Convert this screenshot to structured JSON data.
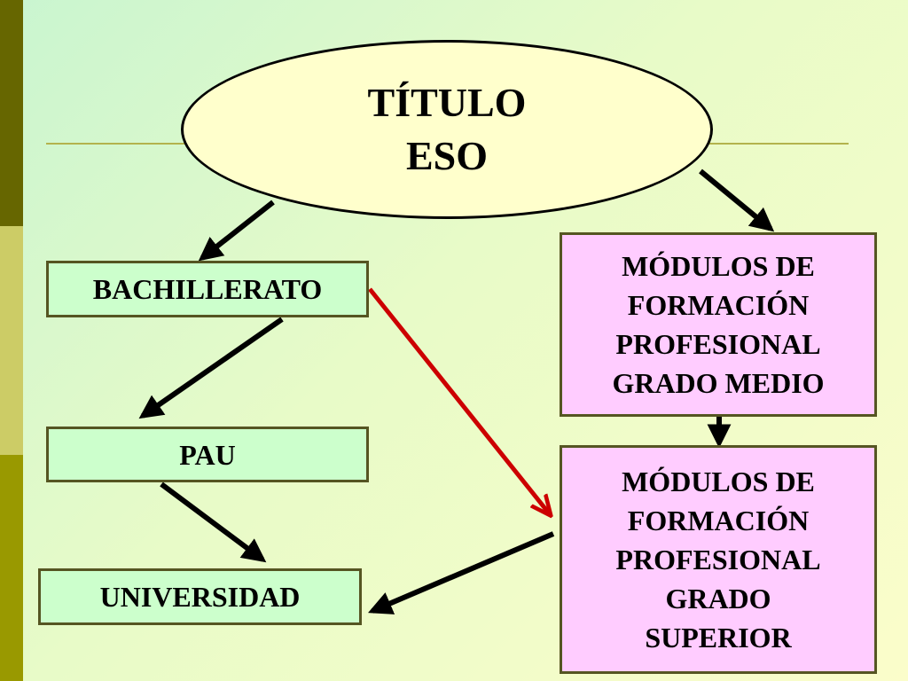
{
  "title_node": {
    "line1": "TÍTULO",
    "line2": "ESO"
  },
  "bachillerato": "BACHILLERATO",
  "pau": "PAU",
  "universidad": "UNIVERSIDAD",
  "fp_medio": {
    "line1": "MÓDULOS DE",
    "line2": "FORMACIÓN",
    "line3": "PROFESIONAL",
    "line4": "GRADO MEDIO"
  },
  "fp_superior": {
    "line1": "MÓDULOS DE",
    "line2": "FORMACIÓN",
    "line3": "PROFESIONAL",
    "line4": "GRADO",
    "line5": "SUPERIOR"
  },
  "colors": {
    "green_box": "#ccffcc",
    "pink_box": "#ffccff",
    "ellipse": "#ffffcc",
    "red_arrow": "#cc0000"
  }
}
